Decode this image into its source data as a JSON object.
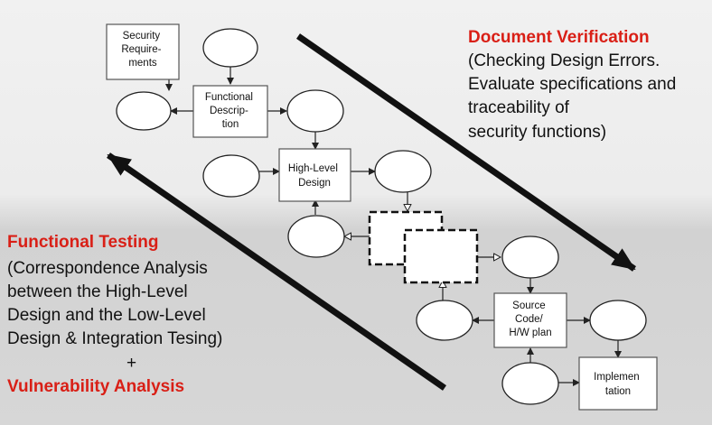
{
  "boxes": {
    "security_requirements": [
      "Security",
      "Require-",
      "ments"
    ],
    "functional_description": [
      "Functional",
      "Descrip-",
      "tion"
    ],
    "high_level_design": [
      "High-Level",
      "Design"
    ],
    "source_code": [
      "Source",
      "Code/",
      "H/W plan"
    ],
    "implementation": [
      "Implemen",
      "tation"
    ]
  },
  "document_verification": {
    "title": "Document Verification",
    "lines": [
      "(Checking Design Errors.",
      "Evaluate specifications and",
      "traceability of",
      "security functions)"
    ]
  },
  "functional_testing": {
    "title": "Functional Testing",
    "lines": [
      "(Correspondence Analysis",
      "between the High-Level",
      "Design and the Low-Level",
      "Design & Integration Tesing)"
    ],
    "plus": "+",
    "vulnerability_title": "Vulnerability Analysis"
  },
  "colors": {
    "heading_red": "#d91f16",
    "arrow_dark": "#111111",
    "box_border": "#555555"
  }
}
